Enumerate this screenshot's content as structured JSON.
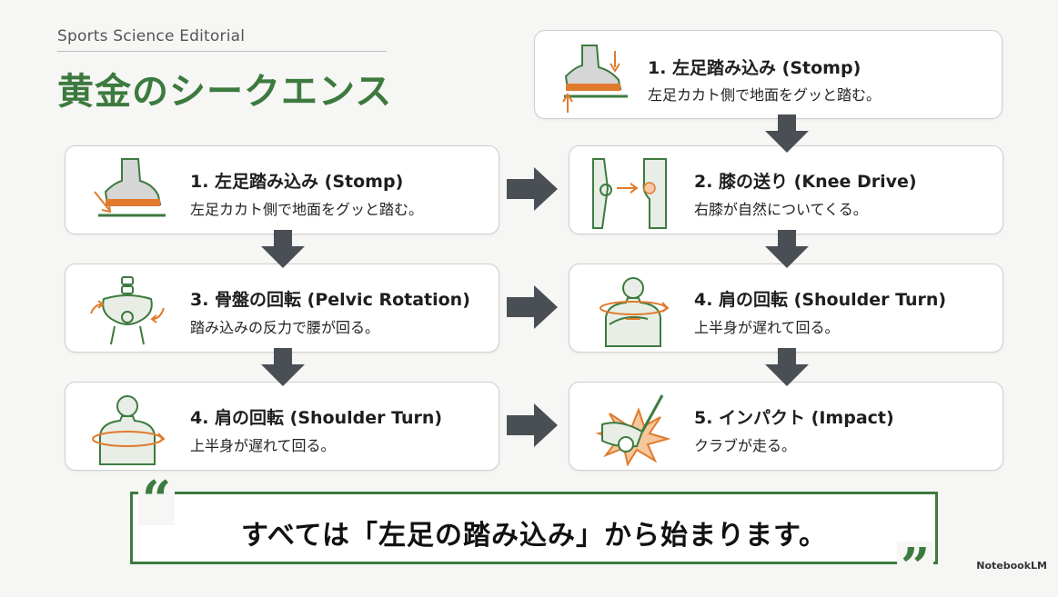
{
  "header": {
    "brand": "Sports Science Editorial",
    "title": "黄金のシークエンス"
  },
  "steps": {
    "top": {
      "title": "1. 左足踏み込み (Stomp)",
      "desc": "左足カカト側で地面をグッと踏む。"
    },
    "left1": {
      "title": "1. 左足踏み込み (Stomp)",
      "desc": "左足カカト側で地面をグッと踏む。"
    },
    "right1": {
      "title": "2. 膝の送り (Knee Drive)",
      "desc": "右膝が自然についてくる。"
    },
    "left2": {
      "title": "3. 骨盤の回転 (Pelvic Rotation)",
      "desc": "踏み込みの反力で腰が回る。"
    },
    "right2": {
      "title": "4. 肩の回転 (Shoulder Turn)",
      "desc": "上半身が遅れて回る。"
    },
    "left3": {
      "title": "4. 肩の回転 (Shoulder Turn)",
      "desc": "上半身が遅れて回る。"
    },
    "right3": {
      "title": "5. インパクト (Impact)",
      "desc": "クラブが走る。"
    }
  },
  "quote": {
    "open_mark": "“",
    "text": "すべては「左足の踏み込み」から始まります。",
    "close_mark": "”"
  },
  "footer": {
    "logo": "NotebookLM"
  },
  "colors": {
    "accent": "#3d7a3f",
    "arrow": "#4a4f55",
    "orange": "#e07b2e",
    "line": "#3d7a3f"
  },
  "icons": {
    "stomp": "shoe-stomp-icon",
    "knee": "knee-joint-icon",
    "pelvis": "pelvis-rotation-icon",
    "shoulder": "shoulder-turn-icon",
    "impact": "club-impact-icon"
  }
}
